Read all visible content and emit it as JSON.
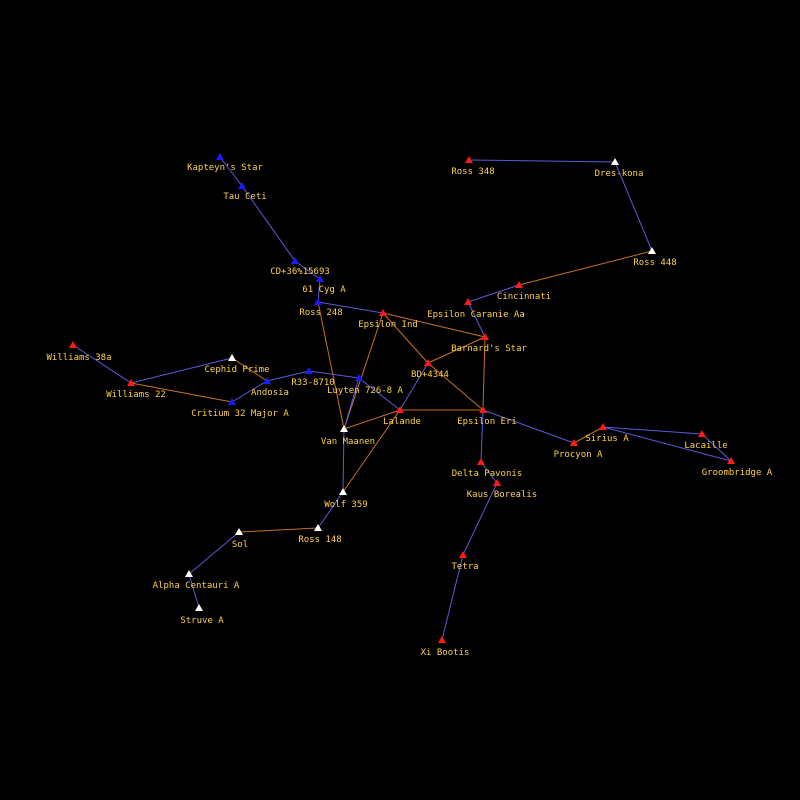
{
  "colors": {
    "background": "#000000",
    "label": "#ffd24a",
    "lane_blue": "#5a5ad8",
    "lane_orange": "#c8701e",
    "star_red": "#ff1a1a",
    "star_blue": "#1a1aff",
    "star_white": "#ffffff"
  },
  "stars": [
    {
      "id": "kapteyns-star",
      "name": "Kapteyn's Star",
      "color": "blue"
    },
    {
      "id": "tau-ceti",
      "name": "Tau Ceti",
      "color": "blue"
    },
    {
      "id": "cd36-15693",
      "name": "CD+36%15693",
      "color": "blue"
    },
    {
      "id": "61-cyg-a",
      "name": "61 Cyg A",
      "color": "blue"
    },
    {
      "id": "ross-248",
      "name": "Ross 248",
      "color": "blue"
    },
    {
      "id": "epsilon-ind",
      "name": "Epsilon Ind",
      "color": "red"
    },
    {
      "id": "ross-348",
      "name": "Ross 348",
      "color": "red"
    },
    {
      "id": "dres-kona",
      "name": "Dres-kona",
      "color": "white"
    },
    {
      "id": "ross-448",
      "name": "Ross 448",
      "color": "white"
    },
    {
      "id": "cincinnati",
      "name": "Cincinnati",
      "color": "red"
    },
    {
      "id": "epsilon-caranie-aa",
      "name": "Epsilon Caranie Aa",
      "color": "red"
    },
    {
      "id": "barnards-star",
      "name": "Barnard's Star",
      "color": "red"
    },
    {
      "id": "bd4344",
      "name": "BD+4344",
      "color": "red"
    },
    {
      "id": "williams-38a",
      "name": "Williams 38a",
      "color": "red"
    },
    {
      "id": "cephid-prime",
      "name": "Cephid Prime",
      "color": "white"
    },
    {
      "id": "r33-8710",
      "name": "R33-8710",
      "color": "blue"
    },
    {
      "id": "andosia",
      "name": "Andosia",
      "color": "blue"
    },
    {
      "id": "williams-22",
      "name": "Williams 22",
      "color": "red"
    },
    {
      "id": "critium-32-major-a",
      "name": "Critium 32 Major A",
      "color": "blue"
    },
    {
      "id": "luyten-726-8a",
      "name": "Luyten 726-8 A",
      "color": "blue"
    },
    {
      "id": "lalande",
      "name": "Lalande",
      "color": "red"
    },
    {
      "id": "epsilon-eri",
      "name": "Epsilon Eri",
      "color": "red"
    },
    {
      "id": "van-maanen",
      "name": "Van Maanen",
      "color": "white"
    },
    {
      "id": "sirius-a",
      "name": "Sirius A",
      "color": "red"
    },
    {
      "id": "lacaille",
      "name": "Lacaille",
      "color": "red"
    },
    {
      "id": "procyon-a",
      "name": "Procyon A",
      "color": "red"
    },
    {
      "id": "groombridge-a",
      "name": "Groombridge A",
      "color": "red"
    },
    {
      "id": "delta-pavonis",
      "name": "Delta Pavonis",
      "color": "red"
    },
    {
      "id": "kaus-borealis",
      "name": "Kaus Borealis",
      "color": "red"
    },
    {
      "id": "wolf-359",
      "name": "Wolf 359",
      "color": "white"
    },
    {
      "id": "sol",
      "name": "Sol",
      "color": "white"
    },
    {
      "id": "ross-148",
      "name": "Ross 148",
      "color": "white"
    },
    {
      "id": "tetra",
      "name": "Tetra",
      "color": "red"
    },
    {
      "id": "alpha-centauri-a",
      "name": "Alpha Centauri A",
      "color": "white"
    },
    {
      "id": "struve-a",
      "name": "Struve A",
      "color": "white"
    },
    {
      "id": "xi-bootis",
      "name": "Xi Bootis",
      "color": "red"
    }
  ],
  "lanes": [
    {
      "from": "kapteyns-star",
      "to": "tau-ceti",
      "type": "blue"
    },
    {
      "from": "tau-ceti",
      "to": "cd36-15693",
      "type": "blue"
    },
    {
      "from": "cd36-15693",
      "to": "61-cyg-a",
      "type": "blue"
    },
    {
      "from": "61-cyg-a",
      "to": "ross-248",
      "type": "blue"
    },
    {
      "from": "ross-248",
      "to": "epsilon-ind",
      "type": "blue"
    },
    {
      "from": "ross-348",
      "to": "dres-kona",
      "type": "blue"
    },
    {
      "from": "dres-kona",
      "to": "ross-448",
      "type": "blue"
    },
    {
      "from": "ross-448",
      "to": "cincinnati",
      "type": "orange"
    },
    {
      "from": "cincinnati",
      "to": "epsilon-caranie-aa",
      "type": "blue"
    },
    {
      "from": "epsilon-caranie-aa",
      "to": "barnards-star",
      "type": "blue"
    },
    {
      "from": "epsilon-ind",
      "to": "barnards-star",
      "type": "orange"
    },
    {
      "from": "epsilon-ind",
      "to": "bd4344",
      "type": "orange"
    },
    {
      "from": "epsilon-ind",
      "to": "van-maanen",
      "type": "orange"
    },
    {
      "from": "ross-248",
      "to": "van-maanen",
      "type": "orange"
    },
    {
      "from": "barnards-star",
      "to": "bd4344",
      "type": "orange"
    },
    {
      "from": "barnards-star",
      "to": "epsilon-eri",
      "type": "orange"
    },
    {
      "from": "bd4344",
      "to": "lalande",
      "type": "blue"
    },
    {
      "from": "bd4344",
      "to": "epsilon-eri",
      "type": "orange"
    },
    {
      "from": "williams-38a",
      "to": "williams-22",
      "type": "blue"
    },
    {
      "from": "williams-22",
      "to": "cephid-prime",
      "type": "blue"
    },
    {
      "from": "williams-22",
      "to": "critium-32-major-a",
      "type": "orange"
    },
    {
      "from": "cephid-prime",
      "to": "andosia",
      "type": "orange"
    },
    {
      "from": "andosia",
      "to": "r33-8710",
      "type": "blue"
    },
    {
      "from": "critium-32-major-a",
      "to": "andosia",
      "type": "blue"
    },
    {
      "from": "r33-8710",
      "to": "luyten-726-8a",
      "type": "blue"
    },
    {
      "from": "luyten-726-8a",
      "to": "van-maanen",
      "type": "blue"
    },
    {
      "from": "luyten-726-8a",
      "to": "lalande",
      "type": "blue"
    },
    {
      "from": "van-maanen",
      "to": "lalande",
      "type": "orange"
    },
    {
      "from": "van-maanen",
      "to": "wolf-359",
      "type": "blue"
    },
    {
      "from": "lalande",
      "to": "epsilon-eri",
      "type": "orange"
    },
    {
      "from": "lalande",
      "to": "wolf-359",
      "type": "orange"
    },
    {
      "from": "epsilon-eri",
      "to": "procyon-a",
      "type": "blue"
    },
    {
      "from": "epsilon-eri",
      "to": "delta-pavonis",
      "type": "blue"
    },
    {
      "from": "procyon-a",
      "to": "sirius-a",
      "type": "orange"
    },
    {
      "from": "sirius-a",
      "to": "lacaille",
      "type": "blue"
    },
    {
      "from": "sirius-a",
      "to": "groombridge-a",
      "type": "blue"
    },
    {
      "from": "lacaille",
      "to": "groombridge-a",
      "type": "blue"
    },
    {
      "from": "delta-pavonis",
      "to": "kaus-borealis",
      "type": "blue"
    },
    {
      "from": "kaus-borealis",
      "to": "tetra",
      "type": "blue"
    },
    {
      "from": "tetra",
      "to": "xi-bootis",
      "type": "blue"
    },
    {
      "from": "wolf-359",
      "to": "ross-148",
      "type": "blue"
    },
    {
      "from": "ross-148",
      "to": "sol",
      "type": "orange"
    },
    {
      "from": "sol",
      "to": "alpha-centauri-a",
      "type": "blue"
    },
    {
      "from": "alpha-centauri-a",
      "to": "struve-a",
      "type": "blue"
    }
  ]
}
